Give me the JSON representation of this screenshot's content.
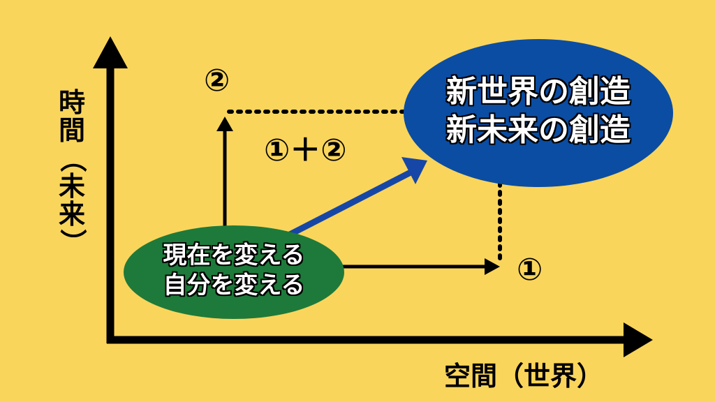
{
  "y_axis_label": [
    "時",
    "間",
    "（",
    "未",
    "来",
    "）"
  ],
  "x_axis_label": "空間（世界）",
  "point_two_label": "②",
  "point_one_label": "①",
  "combined_label": "①＋②",
  "start_node": {
    "lines": [
      "現在を変える",
      "自分を変える"
    ],
    "color": "#1E7A3A"
  },
  "goal_node": {
    "lines": [
      "新世界の創造",
      "新未来の創造"
    ],
    "color": "#0B4DA2"
  },
  "colors": {
    "background": "#FAD55C",
    "axis": "#000000",
    "diagonal_arrow": "#1747A6"
  }
}
